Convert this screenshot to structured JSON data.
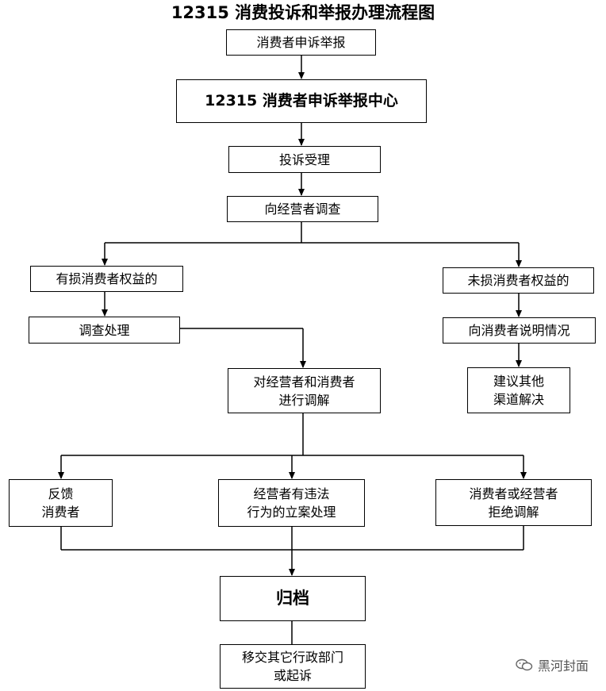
{
  "title": "12315 消费投诉和举报办理流程图",
  "nodes": {
    "consumer_report": "消费者申诉举报",
    "center": "12315 消费者申诉举报中心",
    "accept": "投诉受理",
    "investigate": "向经营者调查",
    "harmful": "有损消费者权益的",
    "not_harmful": "未损消费者权益的",
    "handle": "调查处理",
    "explain": "向消费者说明情况",
    "other_channel": "建议其他\n渠道解决",
    "mediate": "对经营者和消费者\n进行调解",
    "feedback": "反馈\n消费者",
    "illegal": "经营者有违法\n行为的立案处理",
    "refuse": "消费者或经营者\n拒绝调解",
    "archive": "归档",
    "transfer": "移交其它行政部门\n或起诉"
  },
  "watermark": "黑河封面"
}
